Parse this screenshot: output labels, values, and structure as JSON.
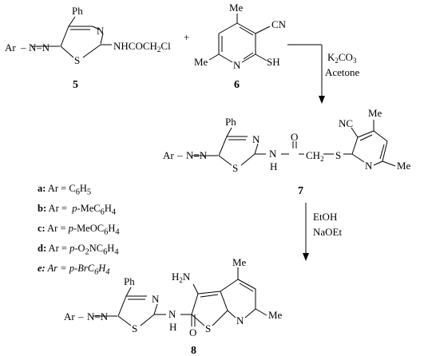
{
  "reagents": {
    "compound_5": {
      "number": "5",
      "ph": "Ph",
      "n": "N",
      "s": "S",
      "ar_azo": "Ar",
      "azo_eq": "N=N",
      "side_chain": "NHCOCH2Cl"
    },
    "plus": "+",
    "compound_6": {
      "number": "6",
      "me_top": "Me",
      "me_left": "Me",
      "cn": "CN",
      "n": "N",
      "sh": "SH"
    }
  },
  "step_1": {
    "reagent": "K2CO3",
    "solvent": "Acetone"
  },
  "compound_7": {
    "number": "7",
    "ph": "Ph",
    "n_thiazole": "N",
    "s_thiazole": "S",
    "ar_azo": "Ar",
    "azo_eq": "N=N",
    "nh": "N",
    "h": "H",
    "o": "O",
    "ch2": "CH2",
    "s_link": "S",
    "cn": "NC",
    "me_top": "Me",
    "me_right": "Me",
    "n_pyridine": "N"
  },
  "step_2": {
    "reagent": "EtOH",
    "base": "NaOEt"
  },
  "compound_8": {
    "number": "8",
    "ph": "Ph",
    "n_thiazole": "N",
    "s_thiazole": "S",
    "ar_azo": "Ar",
    "azo_eq": "N=N",
    "nh": "N",
    "h": "H",
    "o": "O",
    "h2n": "H2N",
    "me_top": "Me",
    "me_right": "Me",
    "s_thiophene": "S",
    "n_pyridine": "N"
  },
  "substituents": [
    {
      "key": "a:",
      "text": "Ar = C6H5"
    },
    {
      "key": "b:",
      "text": "Ar = p-MeC6H4"
    },
    {
      "key": "c:",
      "text": "Ar = p-MeOC6H4"
    },
    {
      "key": "d:",
      "text": "Ar = p-O2NC6H4"
    },
    {
      "key": "e:",
      "text": "Ar = p-BrC6H4"
    }
  ]
}
